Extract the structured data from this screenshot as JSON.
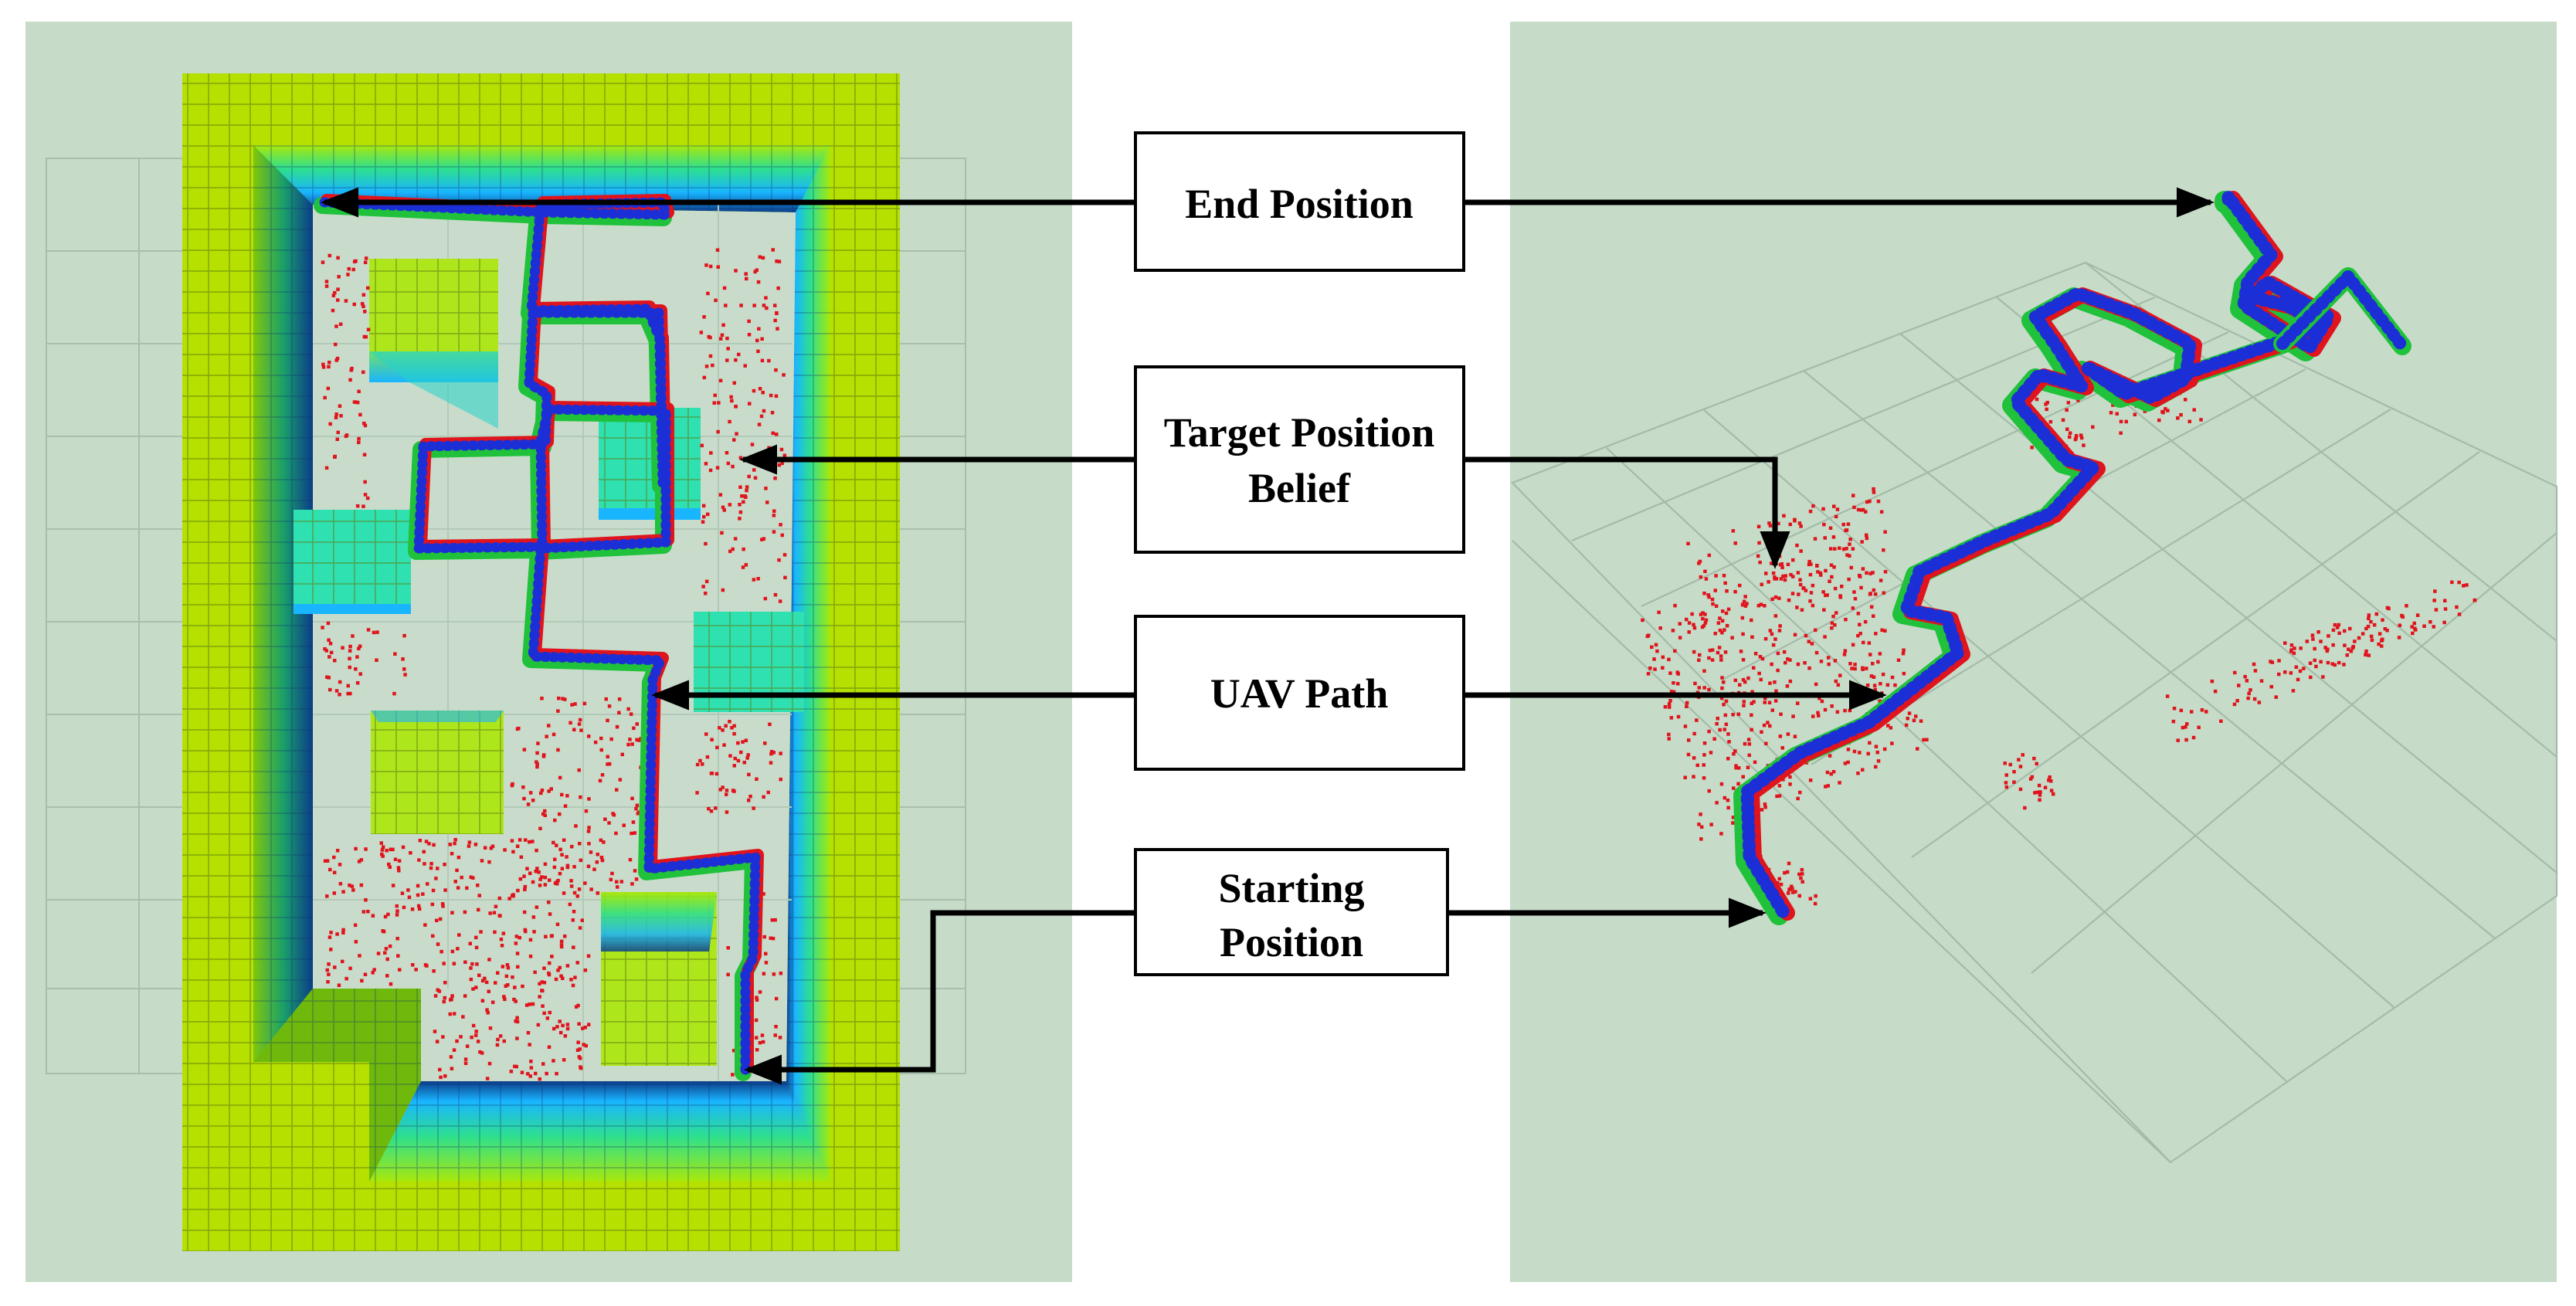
{
  "labels": {
    "end_position": "End Position",
    "target_belief_line1": "Target Position",
    "target_belief_line2": "Belief",
    "uav_path": "UAV Path",
    "start_line1": "Starting",
    "start_line2": "Position"
  },
  "colors": {
    "panel_bg": "#c6dcc9",
    "wall_outer": "#b5e000",
    "wall_inner_top": "#19b5ff",
    "wall_inner_dark": "#0b3d8a",
    "obstacle_green": "#aee61c",
    "obstacle_teal": "#2fe0b0",
    "belief_points": "#e0141c",
    "path_blue": "#1c2fd6",
    "path_green": "#1fc23a",
    "path_red": "#e0141c",
    "grid": "#9fb6a3"
  }
}
